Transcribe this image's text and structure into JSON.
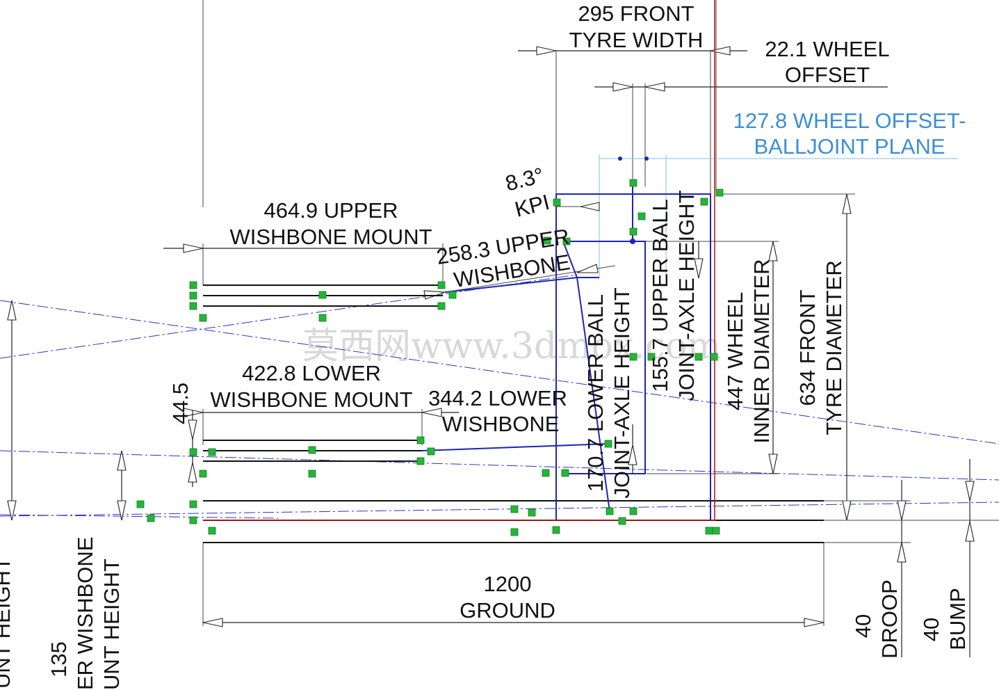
{
  "dimensions": {
    "front_tyre_width": "295 FRONT",
    "front_tyre_width_2": "TYRE WIDTH",
    "wheel_offset": "22.1 WHEEL",
    "wheel_offset_2": "OFFSET",
    "balljoint_plane": "127.8 WHEEL OFFSET-",
    "balljoint_plane_2": "BALLJOINT PLANE",
    "kpi": "8.3°",
    "kpi_2": "KPI",
    "upper_mount": "464.9 UPPER",
    "upper_mount_2": "WISHBONE MOUNT",
    "upper_wishbone": "258.3 UPPER",
    "upper_wishbone_2": "WISHBONE",
    "lower_mount": "422.8 LOWER",
    "lower_mount_2": "WISHBONE MOUNT",
    "lower_wishbone": "344.2 LOWER",
    "lower_wishbone_2": "WISHBONE",
    "offset_44": "44.5",
    "lower_ball": "170.7 LOWER BALL",
    "lower_ball_2": "JOINT-AXLE HEIGHT",
    "upper_ball": "155.7 UPPER BALL",
    "upper_ball_2": "JOINT-AXLE HEIGHT",
    "wheel_inner": "447 WHEEL",
    "wheel_inner_2": "INNER DIAMETER",
    "tyre_diameter": "634 FRONT",
    "tyre_diameter_2": "TYRE DIAMETER",
    "ground": "1200",
    "ground_2": "GROUND",
    "droop": "40",
    "droop_2": "DROOP",
    "bump": "40",
    "bump_2": "BUMP",
    "left_mount_height": "UNT HEIGHT",
    "lower_mount_height": "135",
    "lower_mount_height_2": "ER WISHBONE",
    "lower_mount_height_3": "UNT HEIGHT"
  },
  "watermark": "莫西网www.3dmox.com",
  "colors": {
    "sketch_blue": "#1d24b8",
    "dim_blue": "#3b8fd6",
    "relation_green": "#26b53a",
    "ground_red": "#c21a1a"
  }
}
